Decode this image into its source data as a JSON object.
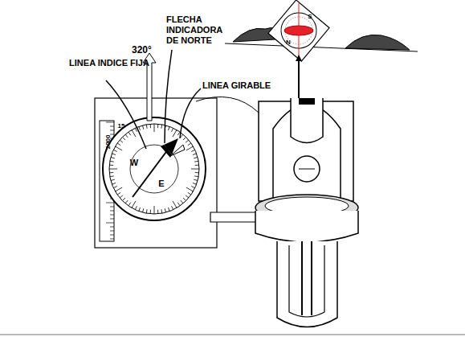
{
  "diagram": {
    "labels": [
      "320°",
      "FLECHA INDICADORA DE NORTE",
      "LINEA INDICE FIJA",
      "LINEA GIRABLE",
      "W",
      "E",
      "2000",
      "15",
      "N",
      "S"
    ]
  }
}
